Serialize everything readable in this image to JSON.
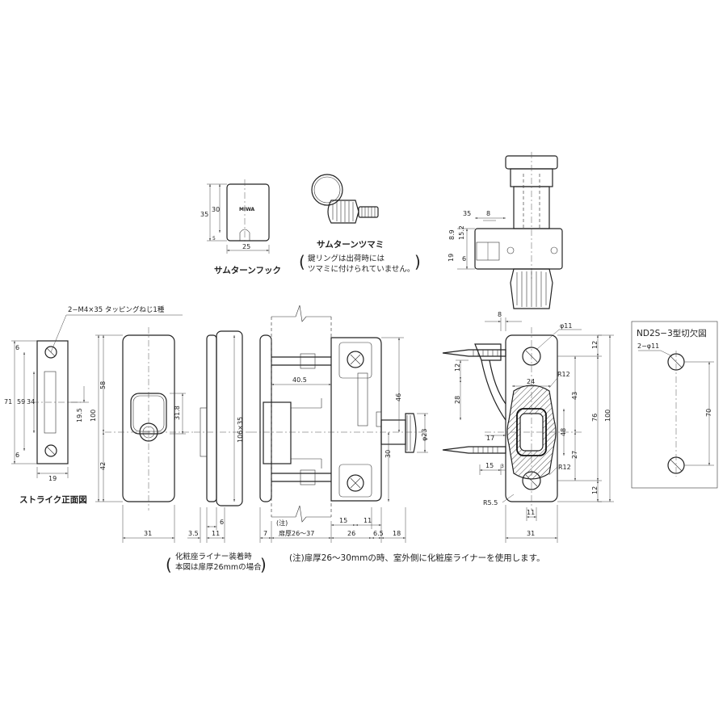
{
  "labels": {
    "thumbturn_hook": "サムターンフック",
    "thumbturn_knob": "サムターンツマミ",
    "key_ring_note_1": "鍵リングは出荷時には",
    "key_ring_note_2": "ツマミに付けられていません。",
    "strike_front_view": "ストライク正面図",
    "screw_spec": "2−M4×35 タッピングねじ1種",
    "cutout_title": "ND2S−3型切欠図",
    "cutout_hole": "2−φ11",
    "liner_note_1": "化粧座ライナー装着時",
    "liner_note_2": "本図は扉厚26mmの場合",
    "door_thickness": "扉厚26〜37",
    "note_marker": "(注)",
    "footer_note": "(注)扉厚26〜30mmの時、室外側に化粧座ライナーを使用します。",
    "brand_mark": "MIWA"
  },
  "dims": {
    "hook": {
      "h35": "35",
      "h30": "30",
      "h5": "5",
      "w25": "25"
    },
    "strike": {
      "d6a": "6",
      "d6b": "6",
      "d71": "71",
      "d59": "59",
      "d34": "34",
      "d19_5": "19.5",
      "w19": "19"
    },
    "front": {
      "d58": "58",
      "d100": "100",
      "d42": "42",
      "d31_8": "31.8",
      "w31": "31"
    },
    "liner": {
      "d106_35": "106×35",
      "w3_5": "3.5",
      "w11": "11",
      "w6": "6"
    },
    "side": {
      "d40_5": "40.5",
      "d46": "46",
      "d30": "30",
      "phi23": "φ23",
      "w7": "7",
      "w15": "15",
      "w11": "11",
      "w26": "26",
      "w6_5": "6.5",
      "w18": "18"
    },
    "top": {
      "d35": "35",
      "d8": "8",
      "d8_9": "8.9",
      "d15_2": "15.2",
      "d19": "19",
      "d6": "6"
    },
    "back": {
      "d8": "8",
      "phi11": "φ11",
      "d12a": "12",
      "d24": "24",
      "r12a": "R12",
      "d12b": "12",
      "d28": "28",
      "d43": "43",
      "d76": "76",
      "d100": "100",
      "d17": "17",
      "d48": "48",
      "d27": "27",
      "r12b": "R12",
      "w15": "15",
      "w3": "3",
      "d12c": "12",
      "r5_5": "R5.5",
      "w11": "11",
      "w31": "31"
    },
    "cutout": {
      "d70": "70"
    }
  }
}
